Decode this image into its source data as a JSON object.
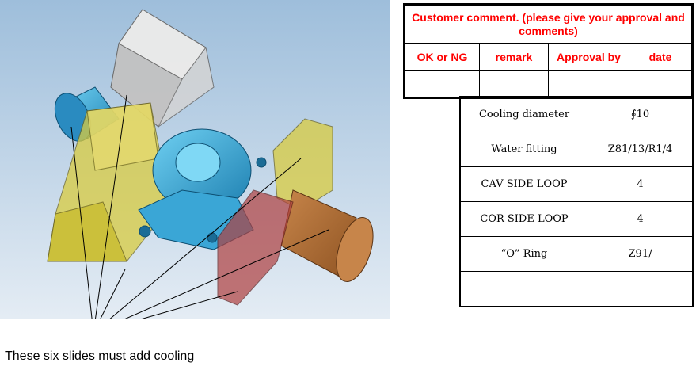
{
  "caption": "These six slides must add cooling",
  "customer_table": {
    "title": "Customer comment. (please give your approval and comments)",
    "headers": [
      "OK or NG",
      "remark",
      "Approval by",
      "date"
    ]
  },
  "spec_table": {
    "rows": [
      {
        "label": "Cooling diameter",
        "value": "∮10"
      },
      {
        "label": "Water fitting",
        "value": "Z81/13/R1/4"
      },
      {
        "label": "CAV SIDE LOOP",
        "value": "4"
      },
      {
        "label": "COR SIDE LOOP",
        "value": "4"
      },
      {
        "label": "“O” Ring",
        "value": "Z91/"
      },
      {
        "label": "",
        "value": ""
      }
    ]
  },
  "colors": {
    "header_text": "#ff0000",
    "background_top": "#9ebedb",
    "background_bottom": "#e4ecf4",
    "slide_yellow": "#d9cc40",
    "slide_red": "#b04040",
    "slide_grey": "#c8c8c8",
    "part_blue": "#3aa6d6",
    "pipe_orange": "#b06a2c"
  }
}
